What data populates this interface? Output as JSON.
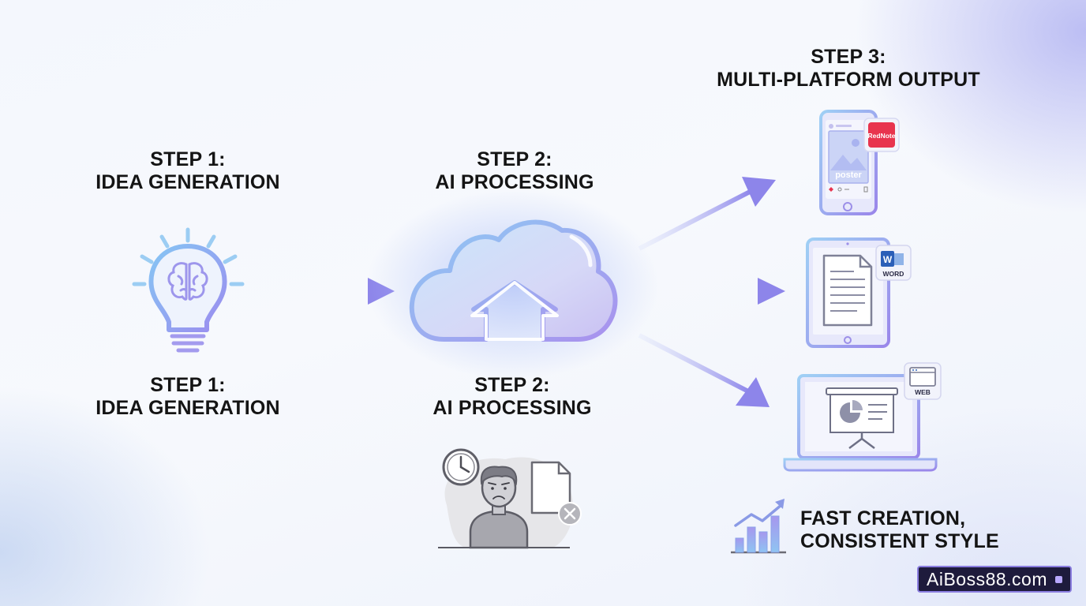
{
  "step1_top": {
    "line1": "STEP 1:",
    "line2": "IDEA GENERATION"
  },
  "step2_top": {
    "line1": "STEP 2:",
    "line2": "AI PROCESSING"
  },
  "step3_top": {
    "line1": "STEP 3:",
    "line2": "MULTI-PLATFORM OUTPUT"
  },
  "step1_bottom": {
    "line1": "STEP 1:",
    "line2": "IDEA GENERATION"
  },
  "step2_bottom": {
    "line1": "STEP 2:",
    "line2": "AI PROCESSING"
  },
  "phone": {
    "brand_tag": "RedNote",
    "poster_label": "poster"
  },
  "tablet": {
    "app_letter": "W",
    "app_label": "WORD"
  },
  "laptop": {
    "app_label": "WEB"
  },
  "result": {
    "line1": "FAST CREATION,",
    "line2": "CONSISTENT STYLE"
  },
  "watermark": {
    "text": "AiBoss88.com"
  },
  "colors": {
    "accent": "#8f86e8",
    "arrow": "#8d85ea",
    "brand_red": "#e8344e",
    "word_blue": "#2b5fb8"
  }
}
